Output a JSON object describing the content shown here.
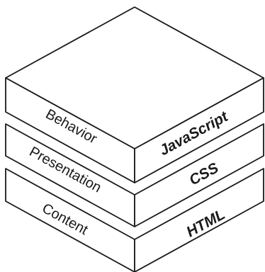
{
  "layers": [
    {
      "concept": "Behavior",
      "technology": "JavaScript"
    },
    {
      "concept": "Presentation",
      "technology": "CSS"
    },
    {
      "concept": "Content",
      "technology": "HTML"
    }
  ],
  "colors": {
    "stroke": "#1a1a1a",
    "face": "#ffffff",
    "background": "#ffffff"
  }
}
